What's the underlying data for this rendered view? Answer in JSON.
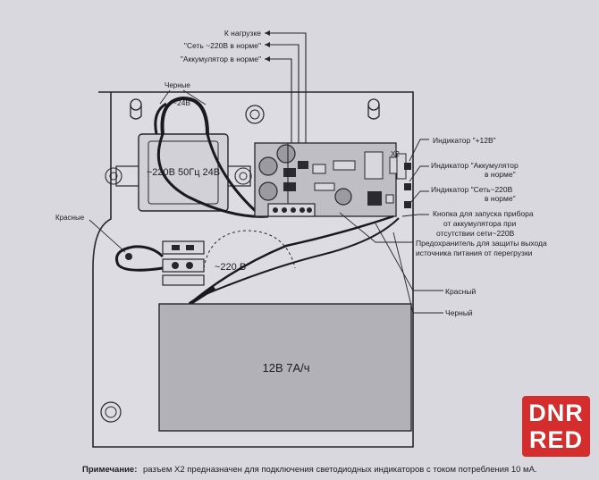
{
  "top_labels": {
    "to_load": "К нагрузке",
    "mains_ok": "\"Сеть ~220В в норме\"",
    "battery_ok": "\"Аккумулятор в норме\""
  },
  "transformer": {
    "wires_label": "Черные",
    "secondary_label": "~24В",
    "rating": "~220В 50Гц 24В"
  },
  "left_labels": {
    "red_wires": "Красные",
    "mains_label": "~220 В"
  },
  "right_labels": {
    "ind_12v": "Индикатор \"+12В\"",
    "ind_batt_1": "Индикатор \"Аккумулятор",
    "ind_batt_2": "в норме\"",
    "ind_mains_1": "Индикатор \"Сеть~220В",
    "ind_mains_2": "в норме\"",
    "button_1": "Кнопка для запуска прибора",
    "button_2": "от аккумулятора при",
    "button_3": "отсутствии сети~220В",
    "fuse_1": "Предохранитель для защиты выхода",
    "fuse_2": "источника питания от перегрузки",
    "red_wire": "Красный",
    "black_wire": "Черный",
    "connector": "X2"
  },
  "battery": {
    "label": "12В  7А/ч"
  },
  "note": {
    "prefix": "Примечание:",
    "text": "разъем X2 предназначен для подключения светодиодных индикаторов с током потребления 10 мА."
  },
  "watermark": {
    "line1": "DNR",
    "line2": "RED"
  },
  "colors": {
    "paper": "#d9d8de",
    "ink": "#1c1c22",
    "board": "#bfbec4",
    "battery": "#b2b1b8",
    "watermark": "#d21e1e"
  }
}
